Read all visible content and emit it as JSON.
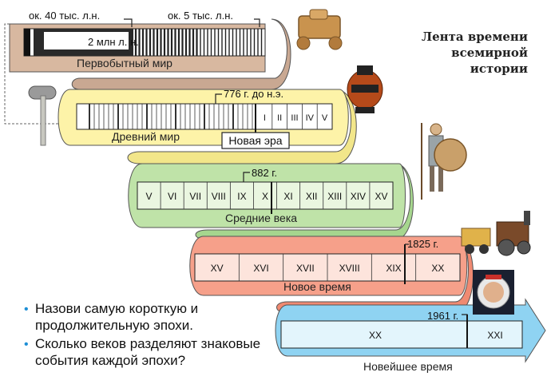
{
  "title": {
    "line1": "Лента времени",
    "line2": "всемирной",
    "line3": "истории"
  },
  "eras": {
    "primitive": {
      "name": "Первобытный мир",
      "marker_2mln": "2 млн л. н.",
      "marker_40k": "ок. 40 тыс. л.н.",
      "marker_5k": "ок. 5 тыс. л.н.",
      "color": "#d8b8a0"
    },
    "ancient": {
      "name": "Древний мир",
      "marker": "776 г. до н.э.",
      "new_era": "Новая эра",
      "centuries": [
        "I",
        "II",
        "III",
        "IV",
        "V"
      ],
      "color": "#fdf3a8"
    },
    "middle": {
      "name": "Средние века",
      "marker": "882 г.",
      "centuries": [
        "V",
        "VI",
        "VII",
        "VIII",
        "IX",
        "X",
        "XI",
        "XII",
        "XIII",
        "XIV",
        "XV"
      ],
      "color": "#bfe3a8"
    },
    "modern": {
      "name": "Новое время",
      "marker": "1825 г.",
      "centuries": [
        "XV",
        "XVI",
        "XVII",
        "XVIII",
        "XIX",
        "XX"
      ],
      "color": "#f6a08a"
    },
    "newest": {
      "name": "Новейшее время",
      "marker": "1961 г.",
      "centuries": [
        "XX",
        "XXI"
      ],
      "color": "#8fd3f2"
    }
  },
  "questions": [
    "Назови самую короткую и продолжительную эпохи.",
    "Сколько веков разделяют знаковые события каждой эпохи?"
  ],
  "bullet": "•",
  "icons": [
    "cart-icon",
    "hammer-icon",
    "vase-icon",
    "warrior-icon",
    "locomotive-icon",
    "astronaut-icon"
  ]
}
